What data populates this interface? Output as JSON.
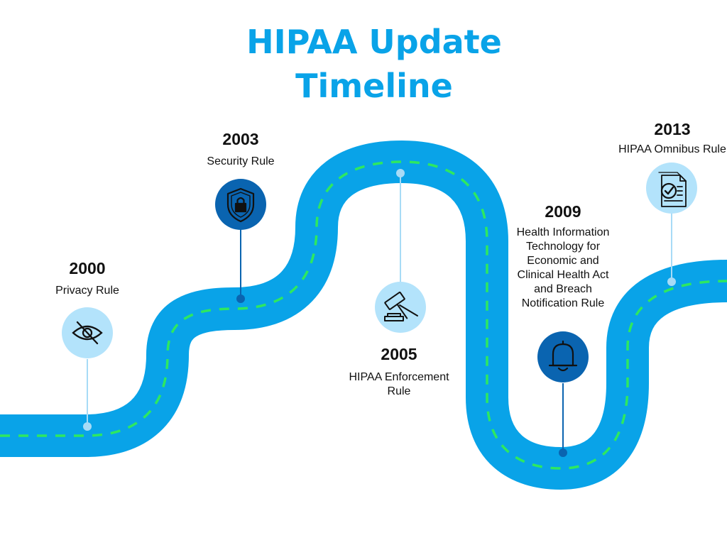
{
  "title": "HIPAA Update Timeline",
  "colors": {
    "title": "#09a3e8",
    "road": "#09a3e8",
    "road_dash": "#2ee860",
    "light_circle": "#b3e3fb",
    "dark_circle": "#0a64b0",
    "connector_light": "#a7dbf6",
    "connector_dark": "#0a64b0"
  },
  "milestones": [
    {
      "year": "2000",
      "label": "Privacy Rule",
      "icon": "eye-slash-icon",
      "style": "light"
    },
    {
      "year": "2003",
      "label": "Security Rule",
      "icon": "shield-lock-icon",
      "style": "dark"
    },
    {
      "year": "2005",
      "label": "HIPAA Enforcement Rule",
      "icon": "gavel-icon",
      "style": "light"
    },
    {
      "year": "2009",
      "label": "Health Information Technology for Economic and Clinical Health Act and Breach Notification Rule",
      "icon": "bell-icon",
      "style": "dark"
    },
    {
      "year": "2013",
      "label": "HIPAA Omnibus Rule",
      "icon": "document-check-icon",
      "style": "light"
    }
  ]
}
